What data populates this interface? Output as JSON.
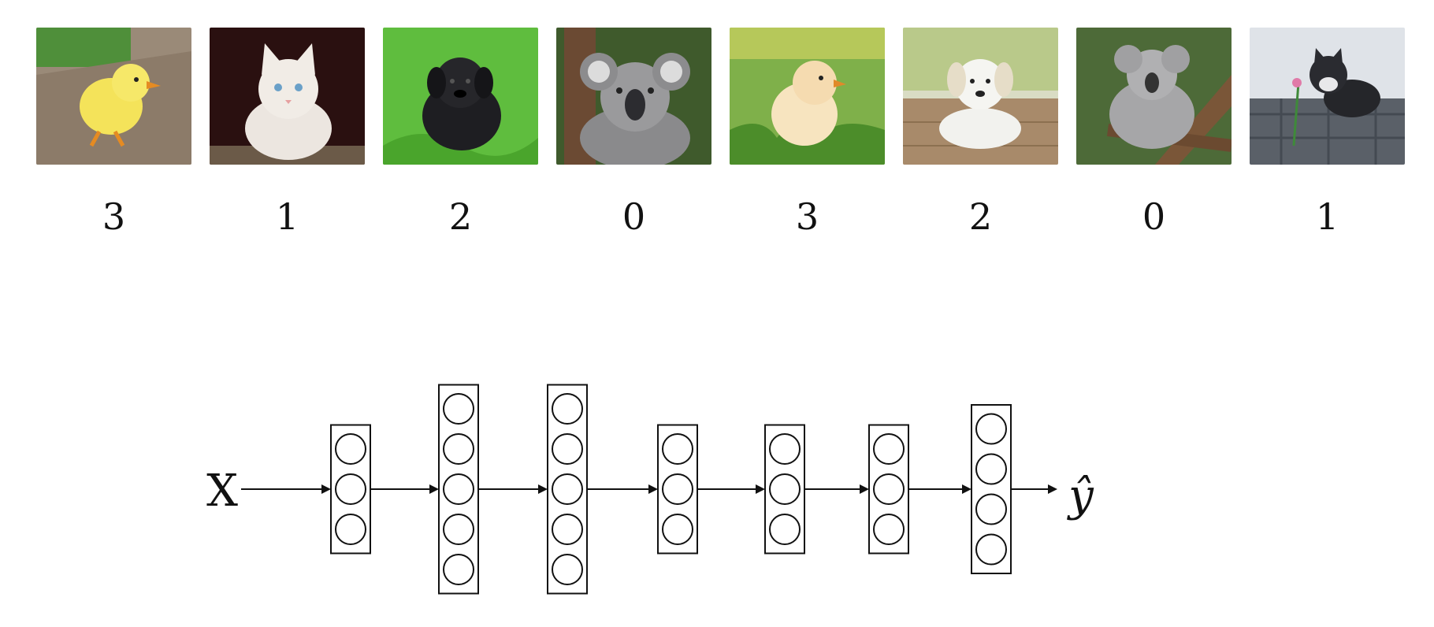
{
  "images": [
    {
      "subject": "chick",
      "label": "3"
    },
    {
      "subject": "kitten",
      "label": "1"
    },
    {
      "subject": "puppy",
      "label": "2"
    },
    {
      "subject": "koala",
      "label": "0"
    },
    {
      "subject": "chick",
      "label": "3"
    },
    {
      "subject": "puppy",
      "label": "2"
    },
    {
      "subject": "koala",
      "label": "0"
    },
    {
      "subject": "kitten",
      "label": "1"
    }
  ],
  "network": {
    "input_label": "X",
    "output_label": "ŷ",
    "layer_sizes": [
      3,
      5,
      5,
      3,
      3,
      3,
      4
    ]
  }
}
